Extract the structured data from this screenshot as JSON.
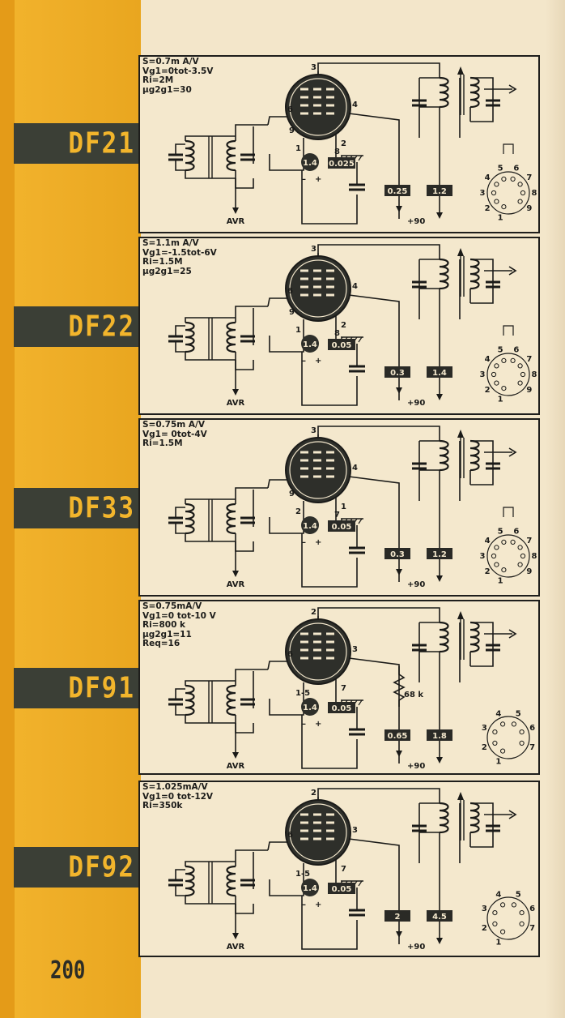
{
  "page_number": "200",
  "panels": [
    {
      "tube": "DF21",
      "specs": [
        "S=0.7m A/V",
        "Vg1=0tot-3.5V",
        "Ri=2M",
        "μg2g1=30"
      ],
      "pin_anode": "3",
      "pin_g2": "4",
      "pin_g1a": "6",
      "pin_g1b": "9",
      "pin_fil_minus": "1",
      "pin_g3": "2",
      "pin_shield": "8",
      "heater": "1.4",
      "current": "0.025",
      "screen_res": "0.25",
      "plate_res": "1.2",
      "supply": "+90",
      "avr": "AVR",
      "socket_pins": [
        "1",
        "2",
        "3",
        "4",
        "5",
        "6",
        "7",
        "8",
        "9"
      ]
    },
    {
      "tube": "DF22",
      "specs": [
        "S=1.1m A/V",
        "Vg1=-1.5tot-6V",
        "Ri=1.5M",
        "μg2g1=25"
      ],
      "pin_anode": "3",
      "pin_g2": "4",
      "pin_g1a": "6",
      "pin_g1b": "9",
      "pin_fil_minus": "1",
      "pin_g3": "2",
      "pin_shield": "8",
      "heater": "1.4",
      "current": "0.05",
      "screen_res": "0.3",
      "plate_res": "1.4",
      "supply": "+90",
      "avr": "AVR",
      "socket_pins": [
        "1",
        "2",
        "3",
        "4",
        "5",
        "6",
        "7",
        "8",
        "9"
      ]
    },
    {
      "tube": "DF33",
      "specs": [
        "S=0.75m A/V",
        "Vg1= 0tot-4V",
        "Ri=1.5M"
      ],
      "pin_anode": "3",
      "pin_g2": "4",
      "pin_g1a": "",
      "pin_g1b": "9",
      "pin_fil_minus": "2",
      "pin_g3": "1",
      "pin_shield": "7",
      "heater": "1.4",
      "current": "0.05",
      "screen_res": "0.3",
      "plate_res": "1.2",
      "supply": "+90",
      "avr": "AVR",
      "socket_pins": [
        "1",
        "2",
        "3",
        "4",
        "5",
        "6",
        "7",
        "8",
        "9"
      ]
    },
    {
      "tube": "DF91",
      "specs": [
        "S=0.75mA/V",
        "Vg1=0 tot-10 V",
        "Ri=800 k",
        "μg2g1=11",
        "Req=16"
      ],
      "pin_anode": "2",
      "pin_g2": "3",
      "pin_g1a": "6",
      "pin_g1b": "",
      "pin_fil_minus": "1-5",
      "pin_g3": "7",
      "pin_shield": "",
      "heater": "1.4",
      "current": "0.05",
      "screen_res": "0.65",
      "plate_res": "1.8",
      "resistor": "68 k",
      "supply": "+90",
      "avr": "AVR",
      "socket_pins": [
        "1",
        "2",
        "3",
        "4",
        "5",
        "6",
        "7"
      ]
    },
    {
      "tube": "DF92",
      "specs": [
        "S=1.025mA/V",
        "Vg1=0 tot-12V",
        "Ri=350k"
      ],
      "pin_anode": "2",
      "pin_g2": "3",
      "pin_g1a": "6",
      "pin_g1b": "",
      "pin_fil_minus": "1-5",
      "pin_g3": "7",
      "pin_shield": "",
      "heater": "1.4",
      "current": "0.05",
      "screen_res": "2",
      "plate_res": "4.5",
      "supply": "+90",
      "avr": "AVR",
      "socket_pins": [
        "1",
        "2",
        "3",
        "4",
        "5",
        "6",
        "7"
      ]
    }
  ]
}
